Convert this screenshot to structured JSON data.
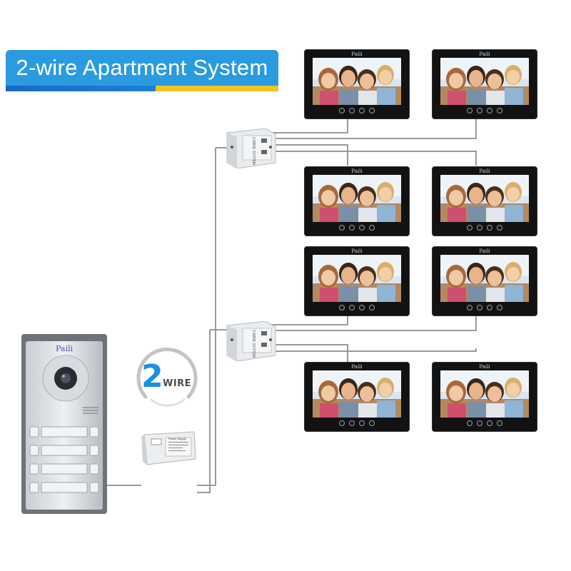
{
  "header": {
    "title": "2-wire Apartment System"
  },
  "badge": {
    "digit": "2",
    "word": "WIRE"
  },
  "door_station": {
    "brand": "Paili",
    "name_buttons": 8
  },
  "monitor": {
    "brand": "Paili",
    "count": 8,
    "buttons_per_monitor": 4
  },
  "distributor": {
    "label": "2 WIRE SYSTEM",
    "count": 2
  },
  "power_supply": {
    "title": "Power Supply"
  },
  "colors": {
    "banner": "#2b9be0",
    "banner_stripe_blue": "#1a67c9",
    "banner_stripe_yellow": "#f6c21c",
    "wire": "#9a9a9a",
    "monitor_frame": "#121212"
  },
  "icons": [
    "door-station-camera",
    "family-photo-screen",
    "distributor-box",
    "power-supply-unit"
  ]
}
